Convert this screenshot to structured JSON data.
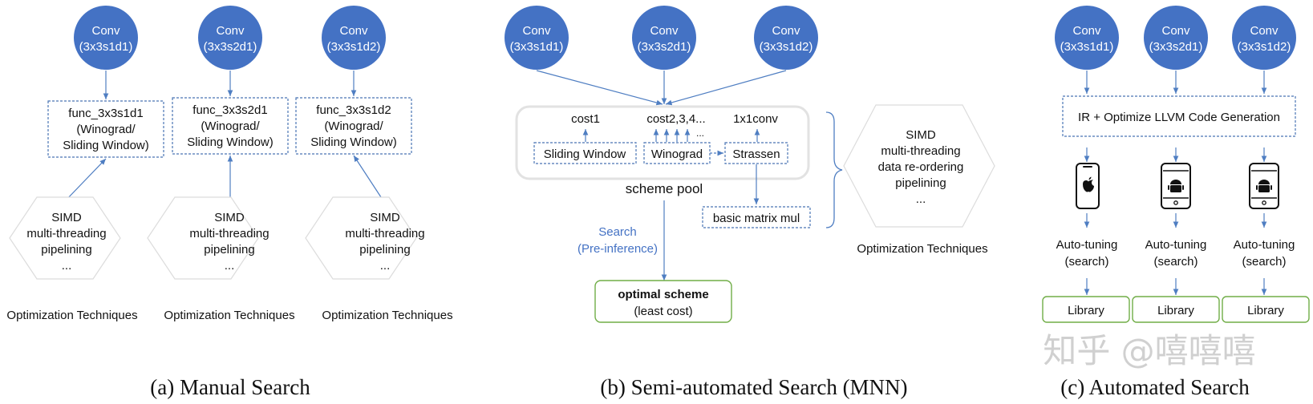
{
  "panel_a": {
    "convs": [
      {
        "line1": "Conv",
        "line2": "(3x3s1d1)"
      },
      {
        "line1": "Conv",
        "line2": "(3x3s2d1)"
      },
      {
        "line1": "Conv",
        "line2": "(3x3s1d2)"
      }
    ],
    "funcs": [
      {
        "line1": "func_3x3s1d1",
        "line2": "(Winograd/",
        "line3": "Sliding Window)"
      },
      {
        "line1": "func_3x3s2d1",
        "line2": "(Winograd/",
        "line3": "Sliding Window)"
      },
      {
        "line1": "func_3x3s1d2",
        "line2": "(Winograd/",
        "line3": "Sliding Window)"
      }
    ],
    "techniques": {
      "line1": "SIMD",
      "line2": "multi-threading",
      "line3": "pipelining",
      "line4": "..."
    },
    "techniques_label": "Optimization Techniques",
    "caption": "(a) Manual Search"
  },
  "panel_b": {
    "convs": [
      {
        "line1": "Conv",
        "line2": "(3x3s1d1)"
      },
      {
        "line1": "Conv",
        "line2": "(3x3s2d1)"
      },
      {
        "line1": "Conv",
        "line2": "(3x3s1d2)"
      }
    ],
    "costs": {
      "cost1": "cost1",
      "cost2": "cost2,3,4...",
      "dots": "...",
      "conv1x1": "1x1conv"
    },
    "schemes": {
      "sliding": "Sliding Window",
      "winograd": "Winograd",
      "strassen": "Strassen",
      "basic": "basic matrix mul"
    },
    "pool_label": "scheme pool",
    "search_line1": "Search",
    "search_line2": "(Pre-inference)",
    "optimal_line1": "optimal scheme",
    "optimal_line2": "(least cost)",
    "techniques": {
      "line1": "SIMD",
      "line2": "multi-threading",
      "line3": "data re-ordering",
      "line4": "pipelining",
      "line5": "..."
    },
    "techniques_label": "Optimization Techniques",
    "caption": "(b) Semi-automated Search (MNN)"
  },
  "panel_c": {
    "convs": [
      {
        "line1": "Conv",
        "line2": "(3x3s1d1)"
      },
      {
        "line1": "Conv",
        "line2": "(3x3s2d1)"
      },
      {
        "line1": "Conv",
        "line2": "(3x3s1d2)"
      }
    ],
    "ir_label": "IR + Optimize LLVM Code Generation",
    "autotune_line1": "Auto-tuning",
    "autotune_line2": "(search)",
    "library": "Library",
    "caption": "(c) Automated Search"
  },
  "watermark": "知乎 @嘻嘻嘻",
  "colors": {
    "conv_fill": "#4472c4",
    "edge": "#4f7ec2",
    "green": "#70ad47"
  }
}
